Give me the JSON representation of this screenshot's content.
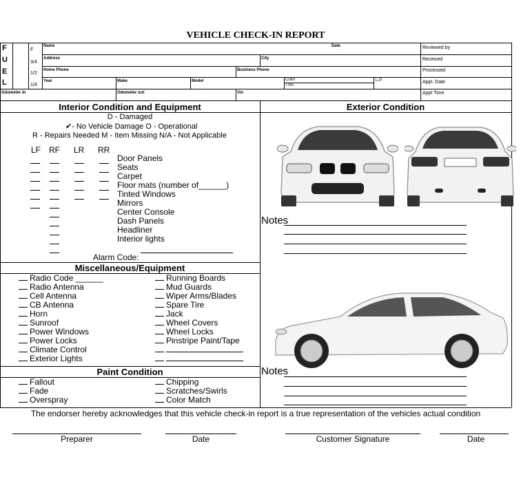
{
  "title": "VEHICLE CHECK-IN REPORT",
  "fuel": {
    "letters": [
      "F",
      "U",
      "E",
      "L"
    ],
    "levels": [
      "F",
      "3/4",
      "1/2",
      "1/4"
    ]
  },
  "header_fields": {
    "name": "Name",
    "date": "Date",
    "address": "Address",
    "city": "City",
    "home_phone": "Home Phone",
    "business_phone": "Business Phone",
    "year": "Year",
    "make": "Make",
    "model": "Model",
    "color": "Color",
    "trim": "Trim",
    "lp": "L.P.",
    "odometer_in": "Odometer In",
    "odometer_out": "Odometer out",
    "vin": "Vin"
  },
  "status_fields": [
    "Reviewed by",
    "Received",
    "Processed",
    "Appt. Date",
    "Appt Time"
  ],
  "interior": {
    "heading": "Interior Condition and Equipment",
    "legend1": "D - Damaged",
    "legend2": "✔- No Vehicle Damage   O - Operational",
    "legend3": "R - Repairs Needed   M - Item Missing   N/A - Not Applicable",
    "columns": [
      "LF",
      "RF",
      "LR",
      "RR"
    ],
    "items": [
      "Door Panels",
      "Seats",
      "Carpet",
      "Floor mats (number of______)",
      "Tinted Windows",
      "Mirrors",
      "Center Console",
      "Dash Panels",
      "Headliner",
      "Interior lights"
    ],
    "alarm": "Alarm Code:"
  },
  "exterior": {
    "heading": "Exterior Condition",
    "notes1": "Notes",
    "notes2": "Notes"
  },
  "misc": {
    "heading": "Miscellaneous/Equipment",
    "left": [
      "Radio Code ______",
      "Radio Antenna",
      "Cell Antenna",
      "CB Antenna",
      "Horn",
      "Sunroof",
      "Power Windows",
      "Power Locks",
      "Climate Control",
      "Exterior Lights"
    ],
    "right": [
      "Running Boards",
      "Mud Guards",
      "Wiper Arms/Blades",
      "Spare Tire",
      "Jack",
      "Wheel Covers",
      "Wheel Locks",
      "Pinstripe Paint/Tape",
      "",
      ""
    ]
  },
  "paint": {
    "heading": "Paint Condition",
    "left": [
      "Fallout",
      "Fade",
      "Overspray"
    ],
    "right": [
      "Chipping",
      "Scratches/Swirls",
      "Color Match"
    ]
  },
  "footer": {
    "statement": "The endorser hereby acknowledges that this vehicle check-in report is a true representation of the vehicles actual condition",
    "preparer": "Preparer",
    "date1": "Date",
    "customer_signature": "Customer Signature",
    "date2": "Date"
  }
}
